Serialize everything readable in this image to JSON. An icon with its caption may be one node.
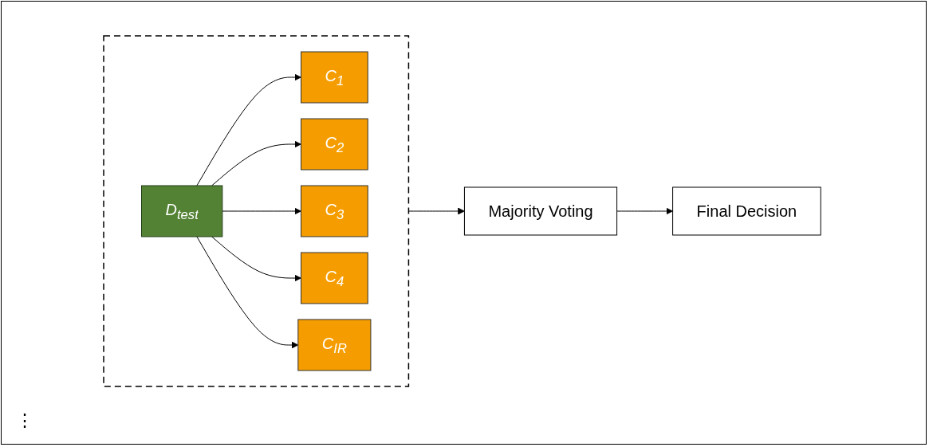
{
  "diagram": {
    "nodes": [
      {
        "text": [],
        "shape": "box"
      },
      {
        "text": [
          "D$_{test}$"
        ],
        "in": 0
      },
      {
        "text": [
          "C$_{1}$"
        ],
        "in": 0
      },
      {
        "text": [
          "C$_{2}$"
        ],
        "in": 0
      },
      {
        "text": [
          "C$_{3}$"
        ],
        "in": 0
      },
      {
        "text": [
          "C$_{4}$"
        ],
        "in": 0
      },
      {
        "text": [
          "C$_{IR}$"
        ],
        "in": 0
      },
      {
        "text": [
          "Majority Voting"
        ]
      },
      {
        "text": [
          "Final Decision"
        ]
      }
    ],
    "edges": [
      {
        "from": 1,
        "to": 2,
        "arrow": "to"
      },
      {
        "from": 1,
        "to": 3,
        "arrow": "to"
      },
      {
        "from": 1,
        "to": 4,
        "arrow": "to"
      },
      {
        "from": 1,
        "to": 5,
        "arrow": "to"
      },
      {
        "from": 1,
        "to": 6,
        "arrow": "to"
      },
      {
        "from": 0,
        "to": 7,
        "arrow": "to"
      },
      {
        "from": 7,
        "to": 8,
        "arrow": "to"
      }
    ],
    "labels": [
      "⋮"
    ]
  }
}
